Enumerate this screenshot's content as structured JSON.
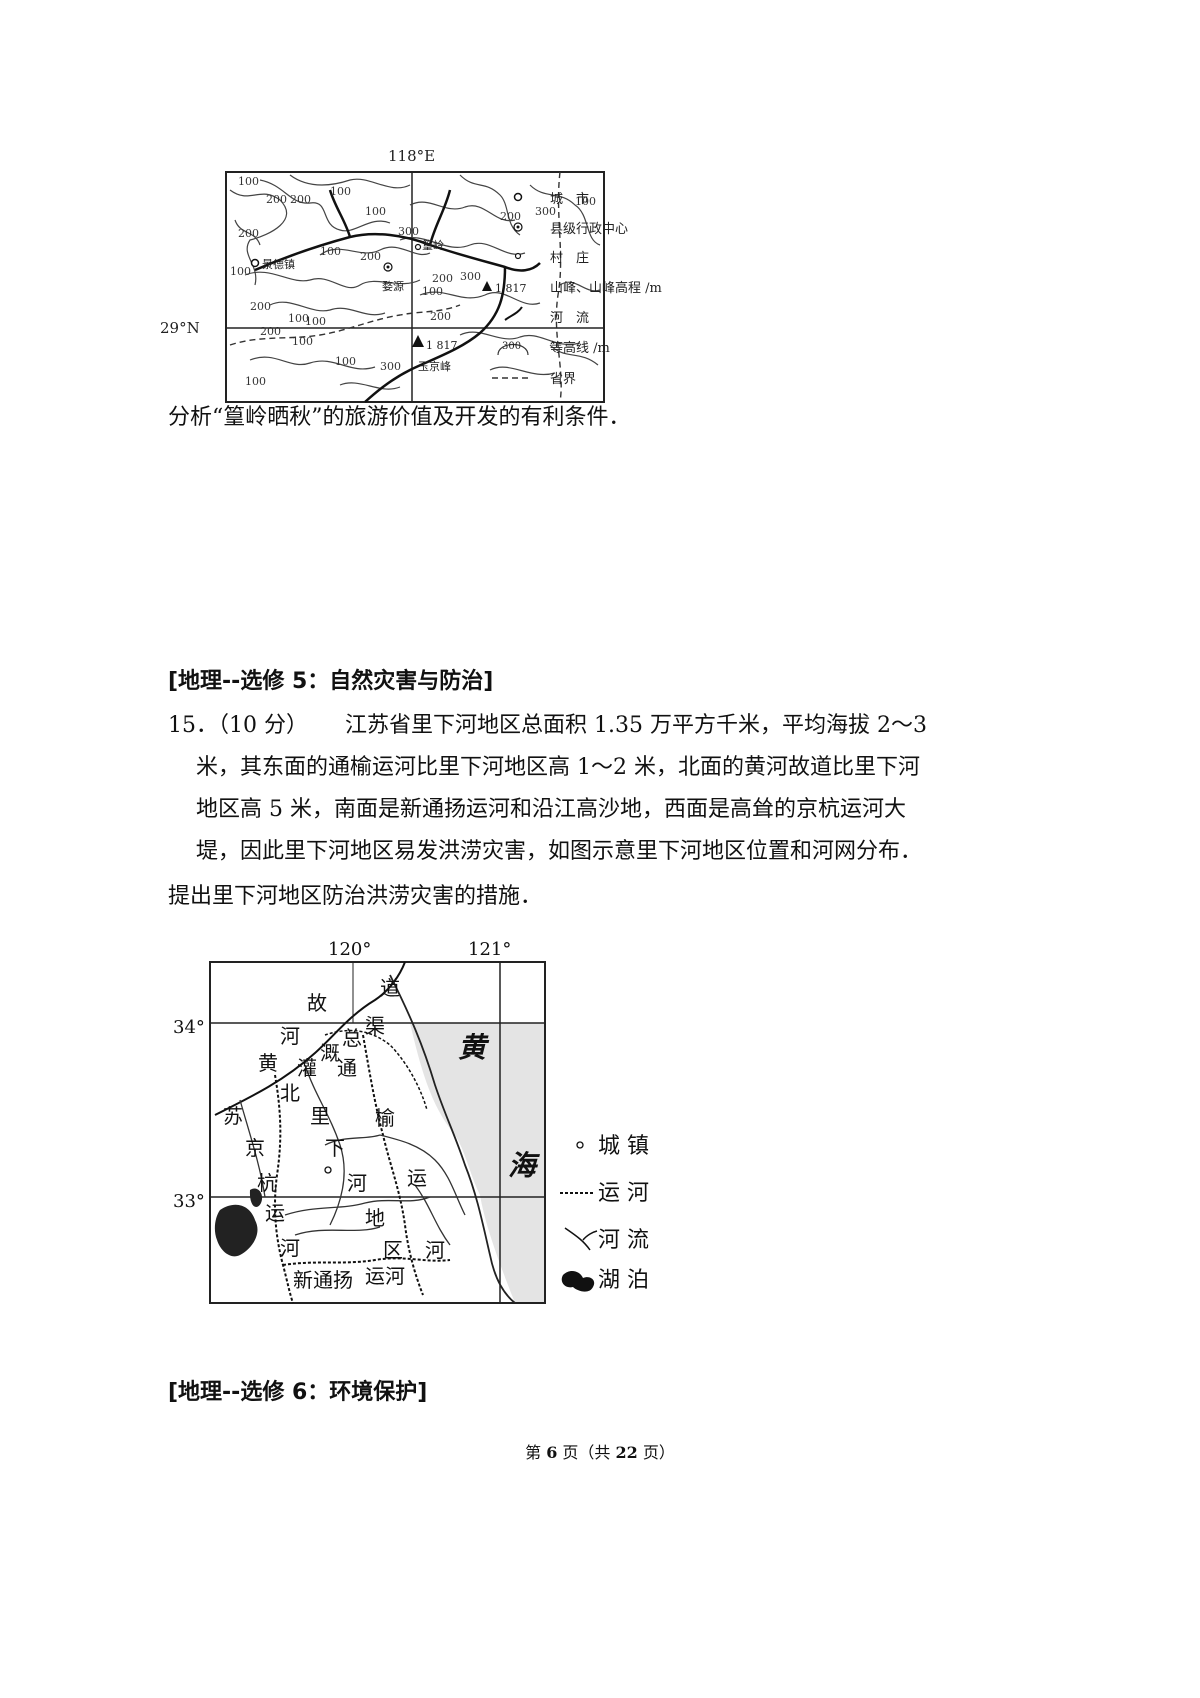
{
  "map1": {
    "lon_label": "118°E",
    "lat_label": "29°N",
    "contours": [
      "100",
      "200",
      "200",
      "100",
      "200",
      "300",
      "100",
      "100",
      "200",
      "200",
      "200",
      "100",
      "200",
      "100",
      "100",
      "100",
      "300",
      "200",
      "300",
      "100",
      "200",
      "100",
      "300",
      "100",
      "100"
    ],
    "places": {
      "city": "景德镇",
      "county": "婺源",
      "village": "篁岭",
      "peak_name": "玉京峰",
      "peak_height": "1 817"
    },
    "legend": [
      {
        "icon": "city-icon",
        "label": "城　市"
      },
      {
        "icon": "county-center-icon",
        "label": "县级行政中心"
      },
      {
        "icon": "village-icon",
        "label": "村　庄"
      },
      {
        "icon": "peak-icon",
        "label": "山峰、山峰高程 /m",
        "value": "1 817"
      },
      {
        "icon": "river-icon",
        "label": "河　流"
      },
      {
        "icon": "contour-icon",
        "label": "等高线 /m",
        "value": "300"
      },
      {
        "icon": "province-border-icon",
        "label": "省界"
      }
    ]
  },
  "q14_prompt": "分析“篁岭晒秋”的旅游价值及开发的有利条件．",
  "section5_header": "[地理--选修 5：自然灾害与防治]",
  "q15": {
    "number": "15．（10 分）",
    "line1": "江苏省里下河地区总面积 1.35 万平方千米，平均海拔 2～3",
    "line2": "米，其东面的通榆运河比里下河地区高 1～2 米，北面的黄河故道比里下河",
    "line3": "地区高 5 米，南面是新通扬运河和沿江高沙地，西面是高耸的京杭运河大",
    "line4": "堤，因此里下河地区易发洪涝灾害，如图示意里下河地区位置和河网分布．",
    "line5": "提出里下河地区防治洪涝灾害的措施．"
  },
  "map2": {
    "lon_labels": [
      "120°",
      "121°"
    ],
    "lat_labels": [
      "34°",
      "33°"
    ],
    "labels": [
      "道",
      "故",
      "河",
      "黄",
      "渠",
      "总",
      "灌",
      "溉",
      "通",
      "北",
      "苏",
      "里",
      "京",
      "下",
      "榆",
      "杭",
      "河",
      "运",
      "运",
      "地",
      "河",
      "区",
      "河",
      "新通扬",
      "运河",
      "黄",
      "海"
    ],
    "legend": [
      {
        "icon": "town-icon",
        "label": "城 镇"
      },
      {
        "icon": "canal-icon",
        "label": "运 河"
      },
      {
        "icon": "river-icon",
        "label": "河 流"
      },
      {
        "icon": "lake-icon",
        "label": "湖 泊"
      }
    ]
  },
  "section6_header": "[地理--选修 6：环境保护]",
  "footer": {
    "prefix": "第 ",
    "page": "6",
    "middle": " 页（共 ",
    "total": "22",
    "suffix": " 页）"
  }
}
